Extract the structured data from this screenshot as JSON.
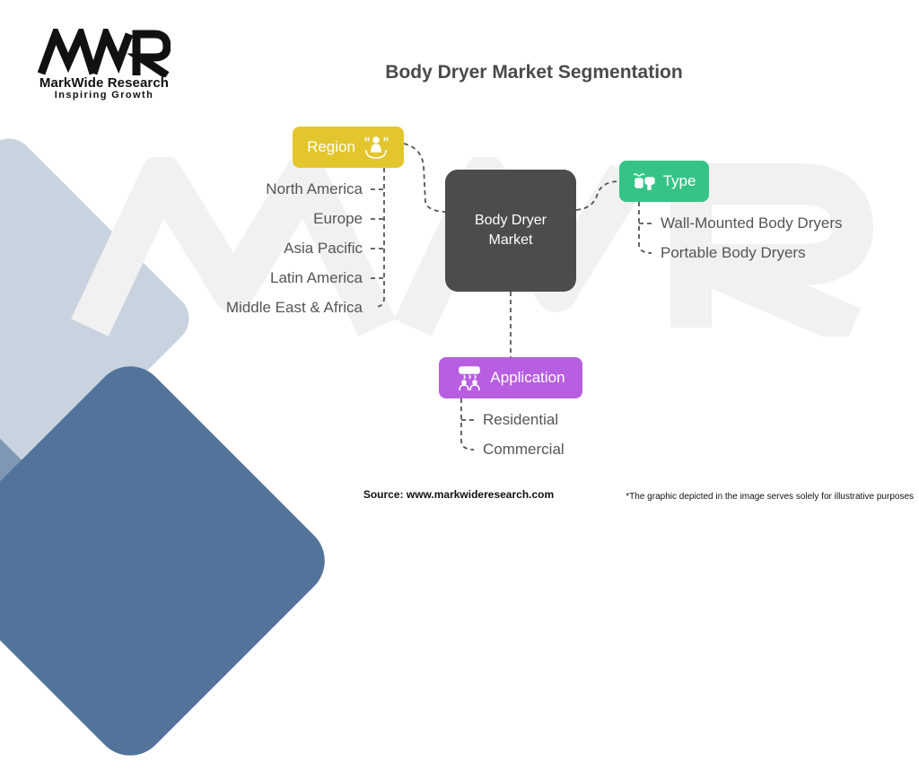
{
  "logo": {
    "mark": "MWR",
    "name": "MarkWide Research",
    "tagline": "Inspiring Growth"
  },
  "title": "Body Dryer Market Segmentation",
  "center": {
    "label_line1": "Body Dryer",
    "label_line2": "Market"
  },
  "segments": {
    "region": {
      "label": "Region",
      "icon": "region-people-icon",
      "color": "#e3c62d",
      "items": [
        "North America",
        "Europe",
        "Asia Pacific",
        "Latin America",
        "Middle East & Africa"
      ]
    },
    "type": {
      "label": "Type",
      "icon": "dryer-icon",
      "color": "#35c486",
      "items": [
        "Wall-Mounted Body Dryers",
        "Portable Body Dryers"
      ]
    },
    "application": {
      "label": "Application",
      "icon": "shower-dryer-icon",
      "color": "#b75fe0",
      "items": [
        "Residential",
        "Commercial"
      ]
    }
  },
  "footer": {
    "source": "Source: www.markwideresearch.com",
    "note": "*The graphic depicted in the image serves solely for illustrative purposes"
  }
}
